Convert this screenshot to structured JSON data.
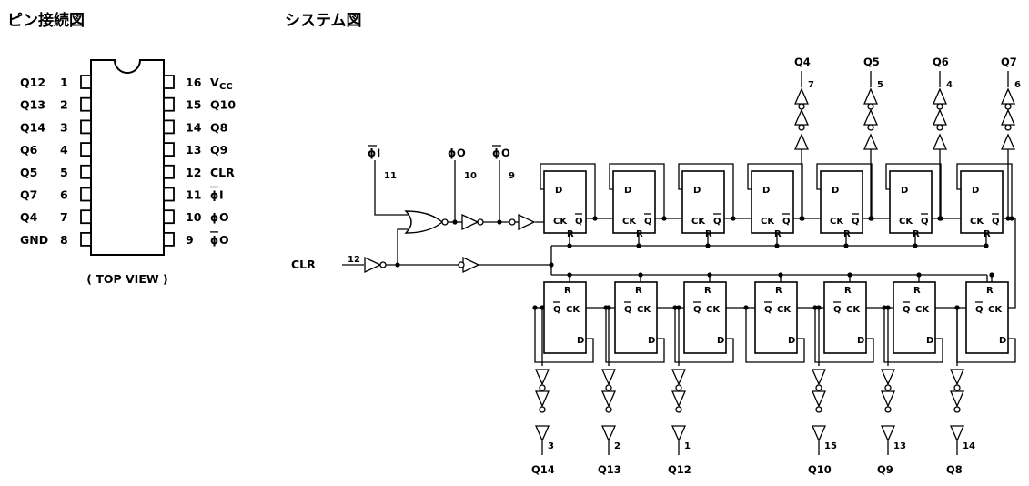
{
  "headings": {
    "pin_diagram": "ピン接続図",
    "system_diagram": "システム図"
  },
  "pin_diagram": {
    "left_pins": [
      {
        "name": "Q12",
        "num": "1"
      },
      {
        "name": "Q13",
        "num": "2"
      },
      {
        "name": "Q14",
        "num": "3"
      },
      {
        "name": "Q6",
        "num": "4"
      },
      {
        "name": "Q5",
        "num": "5"
      },
      {
        "name": "Q7",
        "num": "6"
      },
      {
        "name": "Q4",
        "num": "7"
      },
      {
        "name": "GND",
        "num": "8"
      }
    ],
    "right_pins": [
      {
        "num": "16",
        "name": "V",
        "sub": "CC"
      },
      {
        "num": "15",
        "name": "Q10"
      },
      {
        "num": "14",
        "name": "Q8"
      },
      {
        "num": "13",
        "name": "Q9"
      },
      {
        "num": "12",
        "name": "CLR"
      },
      {
        "num": "11",
        "name": "I",
        "phi": true,
        "bar": true
      },
      {
        "num": "10",
        "name": "O",
        "phi": true
      },
      {
        "num": "9",
        "name": "O",
        "phi": true,
        "bar": true
      }
    ],
    "view_label": "( TOP VIEW )"
  },
  "system_diagram": {
    "clk_inputs": [
      {
        "label": "I",
        "phi": true,
        "bar": true,
        "pin": "11"
      },
      {
        "label": "O",
        "phi": true,
        "bar": false,
        "pin": "10"
      },
      {
        "label": "O",
        "phi": true,
        "bar": true,
        "pin": "9"
      }
    ],
    "clr": {
      "label": "CLR",
      "pin": "12"
    },
    "ff_labels": {
      "d": "D",
      "ck": "CK",
      "q": "Q",
      "qbar": "Q",
      "r": "R"
    },
    "top_outputs": [
      {
        "name": "Q4",
        "pin": "7"
      },
      {
        "name": "Q5",
        "pin": "5"
      },
      {
        "name": "Q6",
        "pin": "4"
      },
      {
        "name": "Q7",
        "pin": "6"
      }
    ],
    "bottom_outputs": [
      {
        "name": "Q14",
        "pin": "3"
      },
      {
        "name": "Q13",
        "pin": "2"
      },
      {
        "name": "Q12",
        "pin": "1"
      },
      {
        "name": "Q10",
        "pin": "15"
      },
      {
        "name": "Q9",
        "pin": "13"
      },
      {
        "name": "Q8",
        "pin": "14"
      }
    ]
  }
}
